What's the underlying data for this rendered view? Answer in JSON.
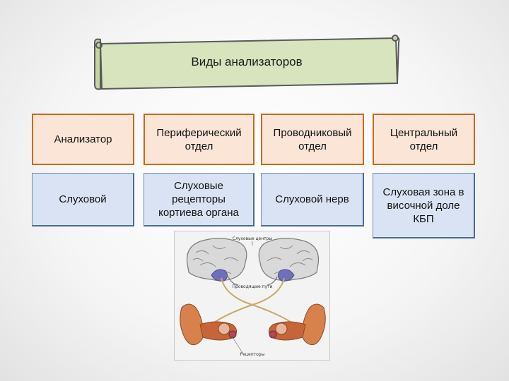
{
  "title": "Виды анализаторов",
  "headers": [
    "Анализатор",
    "Периферический отдел",
    "Проводниковый отдел",
    "Центральный отдел"
  ],
  "row": [
    "Слуховой",
    "Слуховые рецепторы кортиева органа",
    "Слуховой нерв",
    "Слуховая зона в височной доле КБП"
  ],
  "illustration": {
    "label_centers": "Слуховые центры",
    "label_paths": "Проводящие пути",
    "label_receptors": "Рецепторы"
  },
  "colors": {
    "scroll_fill": "#d7e4bd",
    "header_fill": "#fbe5d6",
    "header_border": "#c66a1c",
    "row_fill": "#dae3f3"
  }
}
